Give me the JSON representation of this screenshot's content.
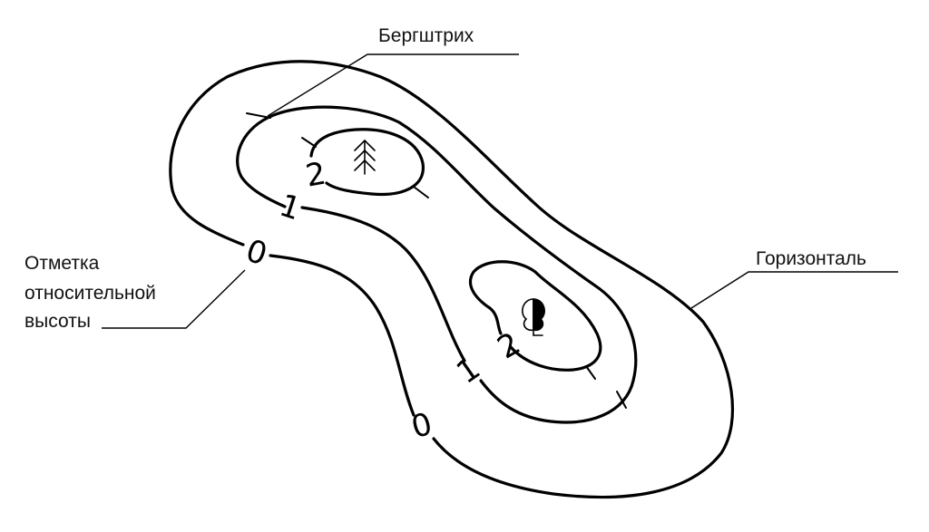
{
  "labels": {
    "bergshtrih": "Бергштрих",
    "horizontal": "Горизонталь",
    "elevation_mark_line1": "Отметка",
    "elevation_mark_line2": "относительной",
    "elevation_mark_line3": "высоты"
  },
  "contour_numbers": {
    "outer_top": "0",
    "outer_bottom": "0",
    "middle_top": "1",
    "middle_bottom": "1",
    "inner_top": "2",
    "inner_bottom": "2"
  },
  "icons": [
    "conifer-tree-icon",
    "deciduous-tree-icon"
  ],
  "colors": {
    "line": "#000000",
    "text": "#111111",
    "background": "#ffffff"
  }
}
